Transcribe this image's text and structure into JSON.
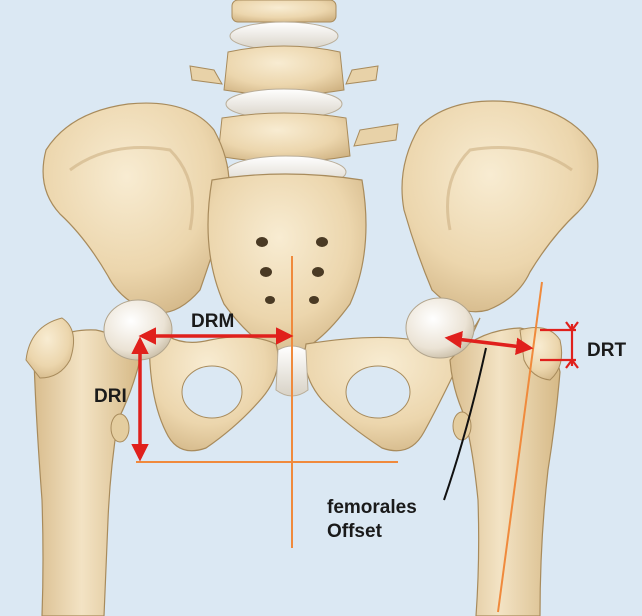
{
  "labels": {
    "drm": "DRM",
    "dri": "DRI",
    "drt": "DRT",
    "offset_line1": "femorales",
    "offset_line2": "Offset"
  },
  "colors": {
    "background": "#dbe8f3",
    "bone": "#efdcb6",
    "bone_shadow": "#cdb184",
    "bone_outline": "#a88b5c",
    "cartilage": "#f6f1e8",
    "measure_red": "#e0201c",
    "axis_orange": "#f08a3c",
    "leader_black": "#111111"
  }
}
